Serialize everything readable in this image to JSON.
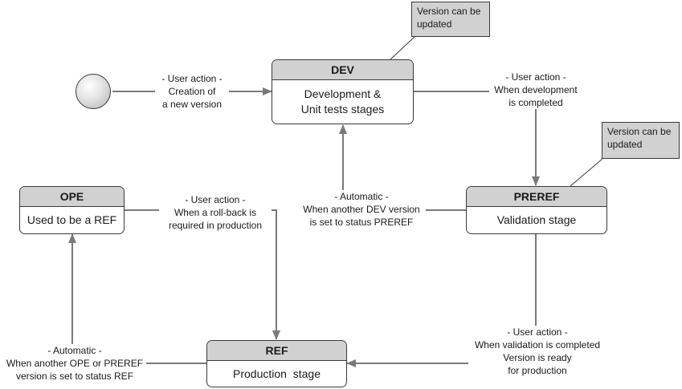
{
  "states": {
    "dev": {
      "title": "DEV",
      "desc": [
        "Development &",
        "Unit tests stages"
      ]
    },
    "preref": {
      "title": "PREREF",
      "desc": [
        "Validation stage"
      ]
    },
    "ope": {
      "title": "OPE",
      "desc": [
        "Used to be a REF"
      ]
    },
    "ref": {
      "title": "REF",
      "desc": [
        "Production  stage"
      ]
    }
  },
  "notes": {
    "dev": [
      "Version can be",
      "updated"
    ],
    "preref": [
      "Version can be",
      "updated"
    ]
  },
  "transitions": {
    "start_to_dev": [
      "- User action -",
      "Creation of",
      "a new version"
    ],
    "dev_to_preref": [
      "- User action -",
      "When development",
      "is completed"
    ],
    "preref_to_dev": [
      "- Automatic -",
      "When another DEV version",
      "is set to status PREREF"
    ],
    "ope_to_ref": [
      "- User action -",
      "When a roll-back is",
      "required in production"
    ],
    "preref_to_ref": [
      "- User action -",
      "When validation is completed",
      "Version is ready",
      "for production"
    ],
    "ref_to_ope": [
      "- Automatic -",
      "When another OPE or PREREF",
      "version is set to status REF"
    ]
  }
}
